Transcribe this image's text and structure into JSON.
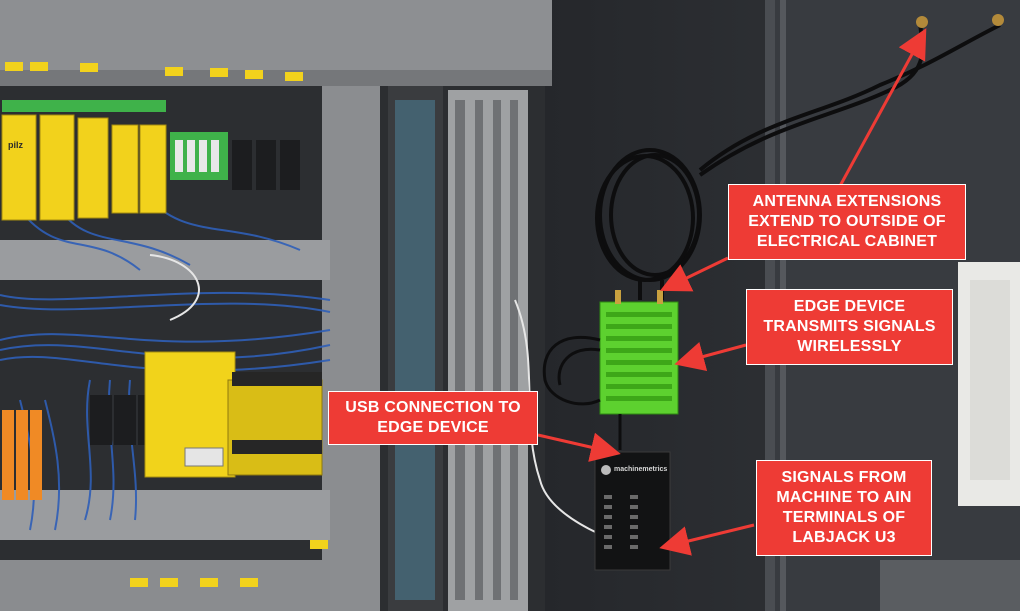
{
  "image": {
    "description_label": ""
  },
  "callouts": {
    "antenna": {
      "lines": [
        "ANTENNA EXTENSIONS",
        "EXTEND TO OUTSIDE OF",
        "ELECTRICAL CABINET"
      ]
    },
    "edge": {
      "lines": [
        "EDGE DEVICE",
        "TRANSMITS SIGNALS",
        "WIRELESSLY"
      ]
    },
    "usb": {
      "lines": [
        "USB CONNECTION TO",
        "EDGE DEVICE"
      ]
    },
    "signals": {
      "lines": [
        "SIGNALS FROM",
        "MACHINE TO AIN",
        "TERMINALS OF",
        "LABJACK U3"
      ]
    }
  },
  "device_labels": {
    "labjack_brand": "machinemetrics",
    "pilz_brand": "pilz"
  },
  "colors": {
    "callout_bg": "#ee3b35",
    "callout_text": "#ffffff",
    "edge_device": "#5dd12f",
    "relay_yellow": "#f2d21c",
    "cabinet_back": "#2a2c30",
    "duct_gray": "#8e9093"
  }
}
